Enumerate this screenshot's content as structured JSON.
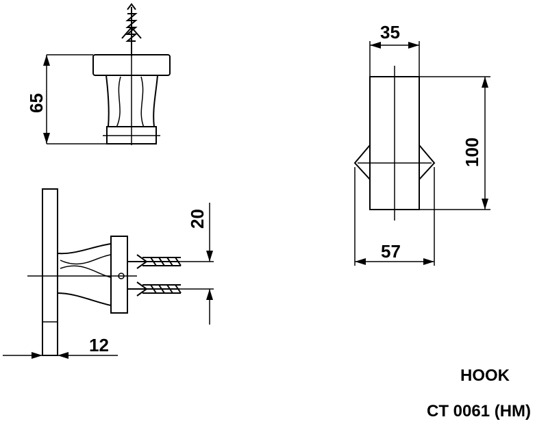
{
  "dimensions": {
    "height_top_view": "65",
    "bracket_width": "35",
    "overall_height": "100",
    "overall_width": "57",
    "anchor_spacing": "20",
    "plate_thickness": "12"
  },
  "title_block": {
    "product_name": "HOOK",
    "model_code": "CT 0061 (HM)"
  }
}
